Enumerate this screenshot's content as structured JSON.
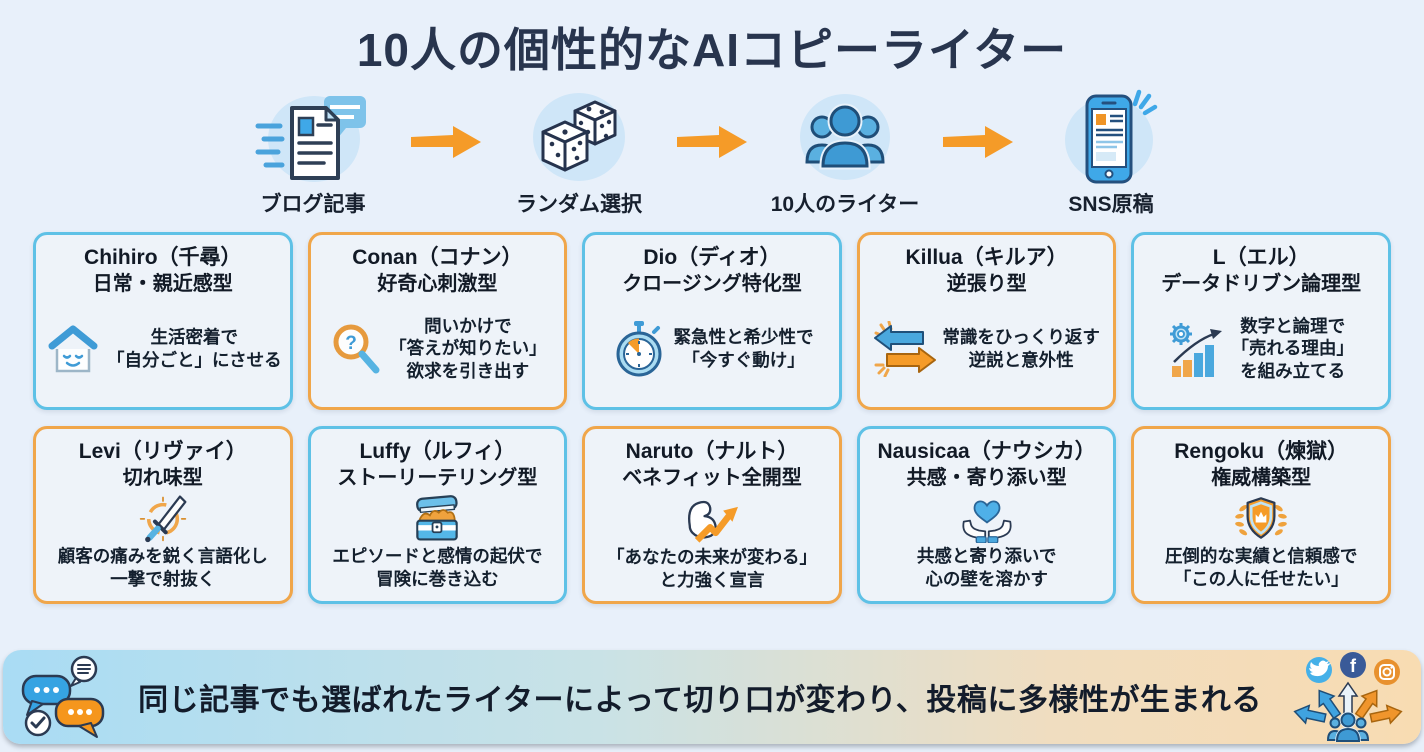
{
  "title": "10人の個性的なAIコピーライター",
  "flow": {
    "steps": [
      {
        "label": "ブログ記事",
        "icon": "blog-article-icon"
      },
      {
        "label": "ランダム選択",
        "icon": "dice-icon"
      },
      {
        "label": "10人のライター",
        "icon": "writers-group-icon"
      },
      {
        "label": "SNS原稿",
        "icon": "smartphone-icon"
      }
    ]
  },
  "cards": [
    {
      "name": "Chihiro（千尋）",
      "type": "日常・親近感型",
      "desc": "生活密着で\n「自分ごと」にさせる",
      "icon": "house-smile-icon",
      "border": "blue"
    },
    {
      "name": "Conan（コナン）",
      "type": "好奇心刺激型",
      "desc": "問いかけで\n「答えが知りたい」\n欲求を引き出す",
      "icon": "magnifier-question-icon",
      "border": "orange"
    },
    {
      "name": "Dio（ディオ）",
      "type": "クロージング特化型",
      "desc": "緊急性と希少性で\n「今すぐ動け」",
      "icon": "stopwatch-icon",
      "border": "blue"
    },
    {
      "name": "Killua（キルア）",
      "type": "逆張り型",
      "desc": "常識をひっくり返す\n逆説と意外性",
      "icon": "reverse-arrows-icon",
      "border": "orange"
    },
    {
      "name": "L（エル）",
      "type": "データドリブン論理型",
      "desc": "数字と論理で\n「売れる理由」\nを組み立てる",
      "icon": "chart-gear-icon",
      "border": "blue"
    },
    {
      "name": "Levi（リヴァイ）",
      "type": "切れ味型",
      "desc": "顧客の痛みを鋭く言語化し\n一撃で射抜く",
      "icon": "sword-icon",
      "border": "orange"
    },
    {
      "name": "Luffy（ルフィ）",
      "type": "ストーリーテリング型",
      "desc": "エピソードと感情の起伏で\n冒険に巻き込む",
      "icon": "treasure-chest-icon",
      "border": "blue"
    },
    {
      "name": "Naruto（ナルト）",
      "type": "ベネフィット全開型",
      "desc": "「あなたの未来が変わる」\nと力強く宣言",
      "icon": "muscle-arrow-icon",
      "border": "orange"
    },
    {
      "name": "Nausicaa（ナウシカ）",
      "type": "共感・寄り添い型",
      "desc": "共感と寄り添いで\n心の壁を溶かす",
      "icon": "heart-hands-icon",
      "border": "blue"
    },
    {
      "name": "Rengoku（煉獄）",
      "type": "権威構築型",
      "desc": "圧倒的な実績と信頼感で\n「この人に任せたい」",
      "icon": "shield-crown-icon",
      "border": "orange"
    }
  ],
  "footer": {
    "message": "同じ記事でも選ばれたライターによって切り口が変わり、投稿に多様性が生まれる",
    "left_icon": "chat-bubbles-icon",
    "right_icon": "social-share-icon"
  },
  "icons": {
    "question_mark": "?",
    "facebook_glyph": "f"
  },
  "colors": {
    "background": "#e8f0fa",
    "title_text": "#28354e",
    "accent_blue": "#4aa8de",
    "accent_orange": "#f59b28",
    "card_border_blue": "#5ec1e6",
    "card_border_orange": "#f0a64a",
    "card_background": "#eef3f9",
    "footer_gradient_left": "#a9dcf4",
    "footer_gradient_right": "#f8dcb2"
  }
}
